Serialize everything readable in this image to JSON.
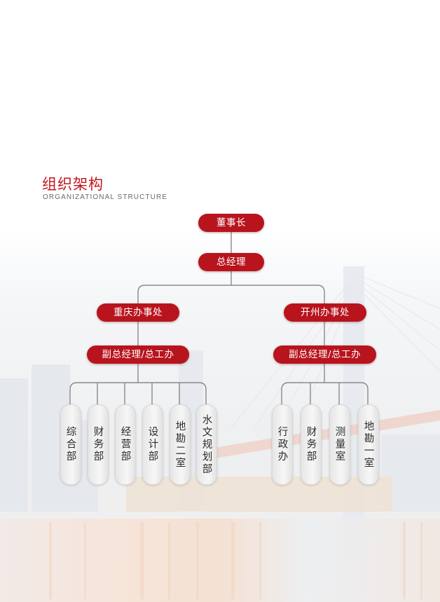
{
  "header": {
    "title_cn": "组织架构",
    "title_en": "ORGANIZATIONAL STRUCTURE"
  },
  "colors": {
    "accent": "#b8141d",
    "title": "#c2161f",
    "connector": "#8a8a8a",
    "leaf_bg": "#efefef",
    "leaf_text": "#2a2a2a"
  },
  "org": {
    "chairman": "董事长",
    "general_manager": "总经理",
    "branches": [
      {
        "name": "重庆办事处",
        "deputy": "副总经理/总工办",
        "departments": [
          "综合部",
          "财务部",
          "经营部",
          "设计部",
          "地勘二室",
          "水文规划部"
        ]
      },
      {
        "name": "开州办事处",
        "deputy": "副总经理/总工办",
        "departments": [
          "行政办",
          "财务部",
          "测量室",
          "地勘一室"
        ]
      }
    ]
  }
}
